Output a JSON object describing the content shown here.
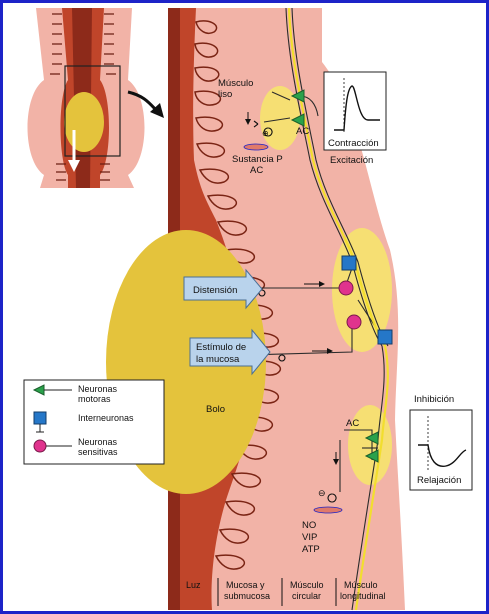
{
  "labels": {
    "musculo_liso": [
      "Músculo",
      "liso"
    ],
    "ac_top": "AC",
    "sustancia_p": [
      "Sustancia P",
      "AC"
    ],
    "contraccion": "Contracción",
    "excitacion": "Excitación",
    "distension": "Distensión",
    "estimulo": [
      "Estímulo de",
      "la mucosa"
    ],
    "bolo": "Bolo",
    "inhibicion": "Inhibición",
    "relajacion": "Relajación",
    "ac_bottom": "AC",
    "no_vip_atp": [
      "NO",
      "VIP",
      "ATP"
    ]
  },
  "legend": [
    {
      "label": [
        "Neuronas",
        "motoras"
      ],
      "icon": "triangle-motor-neuron-icon"
    },
    {
      "label": [
        "Interneuronas"
      ],
      "icon": "square-interneuron-icon"
    },
    {
      "label": [
        "Neuronas",
        "sensitivas"
      ],
      "icon": "circle-sensory-neuron-icon"
    }
  ],
  "columns": [
    [
      "Luz"
    ],
    [
      "Mucosa y",
      "submucosa"
    ],
    [
      "Músculo",
      "circular"
    ],
    [
      "Músculo",
      "longitudinal"
    ]
  ],
  "colors": {
    "frame": "#1d23c8",
    "muscle": "#f2b3a7",
    "wall": "#c0452a",
    "bolus": "#e4c33c",
    "nerve": "#f2de2e",
    "motor": "#2aa14b",
    "inter": "#2577c8",
    "sensory": "#e0338d"
  }
}
